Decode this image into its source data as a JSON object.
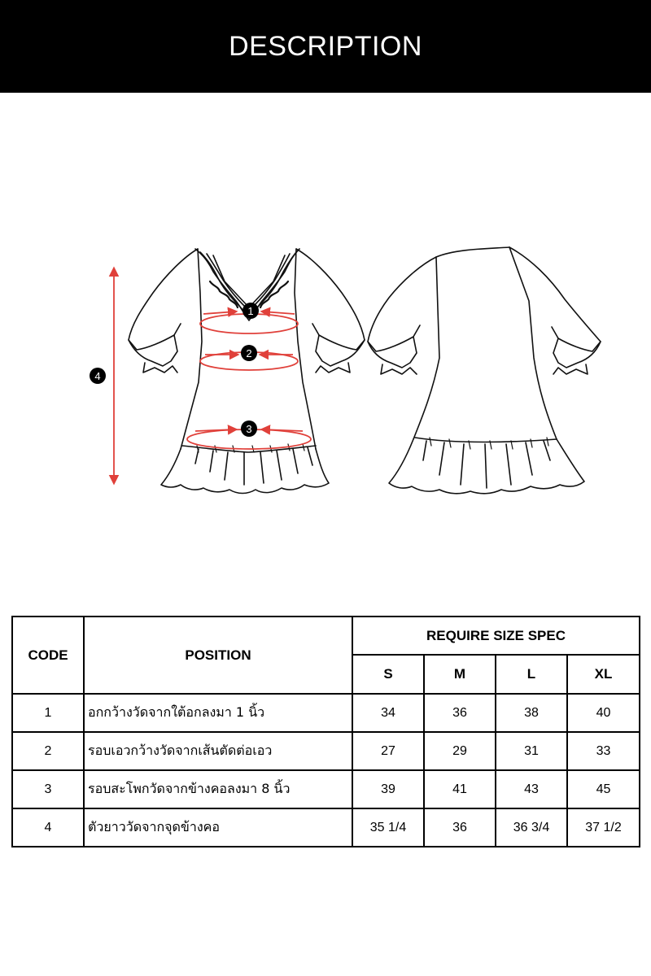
{
  "header": {
    "title": "DESCRIPTION"
  },
  "markers": [
    "1",
    "2",
    "3",
    "4"
  ],
  "table": {
    "code_header": "CODE",
    "position_header": "POSITION",
    "spec_header": "REQUIRE SIZE SPEC",
    "sizes": [
      "S",
      "M",
      "L",
      "XL"
    ],
    "rows": [
      {
        "code": "1",
        "position": "อกกว้างวัดจากใต้อกลงมา 1 นิ้ว",
        "values": [
          "34",
          "36",
          "38",
          "40"
        ]
      },
      {
        "code": "2",
        "position": "รอบเอวกว้างวัดจากเส้นตัดต่อเอว",
        "values": [
          "27",
          "29",
          "31",
          "33"
        ]
      },
      {
        "code": "3",
        "position": "รอบสะโพกวัดจากข้างคอลงมา 8 นิ้ว",
        "values": [
          "39",
          "41",
          "43",
          "45"
        ]
      },
      {
        "code": "4",
        "position": "ตัวยาววัดจากจุดข้างคอ",
        "values": [
          "35 1/4",
          "36",
          "36 3/4",
          "37 1/2"
        ]
      }
    ]
  },
  "colors": {
    "header_bg": "#000000",
    "measure_line": "#e0403a"
  }
}
